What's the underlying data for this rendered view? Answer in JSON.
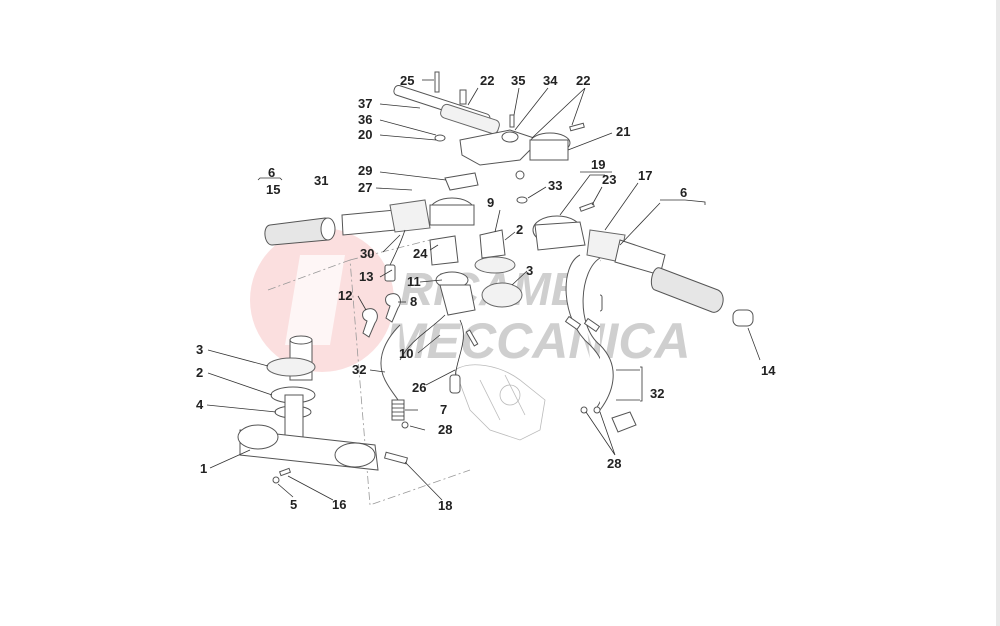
{
  "watermark": {
    "line1": "RICAMBI",
    "line2": "MECCANICA",
    "logo_color": "#e85050"
  },
  "labels": [
    {
      "id": "l25",
      "text": "25"
    },
    {
      "id": "l22a",
      "text": "22"
    },
    {
      "id": "l35",
      "text": "35"
    },
    {
      "id": "l34",
      "text": "34"
    },
    {
      "id": "l22b",
      "text": "22"
    },
    {
      "id": "l37",
      "text": "37"
    },
    {
      "id": "l36",
      "text": "36"
    },
    {
      "id": "l20",
      "text": "20"
    },
    {
      "id": "l21",
      "text": "21"
    },
    {
      "id": "l29",
      "text": "29"
    },
    {
      "id": "l19",
      "text": "19"
    },
    {
      "id": "l17",
      "text": "17"
    },
    {
      "id": "l6a",
      "text": "6"
    },
    {
      "id": "l15",
      "text": "15"
    },
    {
      "id": "l31",
      "text": "31"
    },
    {
      "id": "l27",
      "text": "27"
    },
    {
      "id": "l33",
      "text": "33"
    },
    {
      "id": "l23",
      "text": "23"
    },
    {
      "id": "l6b",
      "text": "6"
    },
    {
      "id": "l9",
      "text": "9"
    },
    {
      "id": "l2a",
      "text": "2"
    },
    {
      "id": "l30",
      "text": "30"
    },
    {
      "id": "l24",
      "text": "24"
    },
    {
      "id": "l13",
      "text": "13"
    },
    {
      "id": "l11",
      "text": "11"
    },
    {
      "id": "l3a",
      "text": "3"
    },
    {
      "id": "l12",
      "text": "12"
    },
    {
      "id": "l8",
      "text": "8"
    },
    {
      "id": "l14",
      "text": "14"
    },
    {
      "id": "l3b",
      "text": "3"
    },
    {
      "id": "l10",
      "text": "10"
    },
    {
      "id": "l32a",
      "text": "32"
    },
    {
      "id": "l2b",
      "text": "2"
    },
    {
      "id": "l26",
      "text": "26"
    },
    {
      "id": "l32b",
      "text": "32"
    },
    {
      "id": "l4",
      "text": "4"
    },
    {
      "id": "l7",
      "text": "7"
    },
    {
      "id": "l28a",
      "text": "28"
    },
    {
      "id": "l28b",
      "text": "28"
    },
    {
      "id": "l1",
      "text": "1"
    },
    {
      "id": "l5",
      "text": "5"
    },
    {
      "id": "l16",
      "text": "16"
    },
    {
      "id": "l18",
      "text": "18"
    }
  ]
}
